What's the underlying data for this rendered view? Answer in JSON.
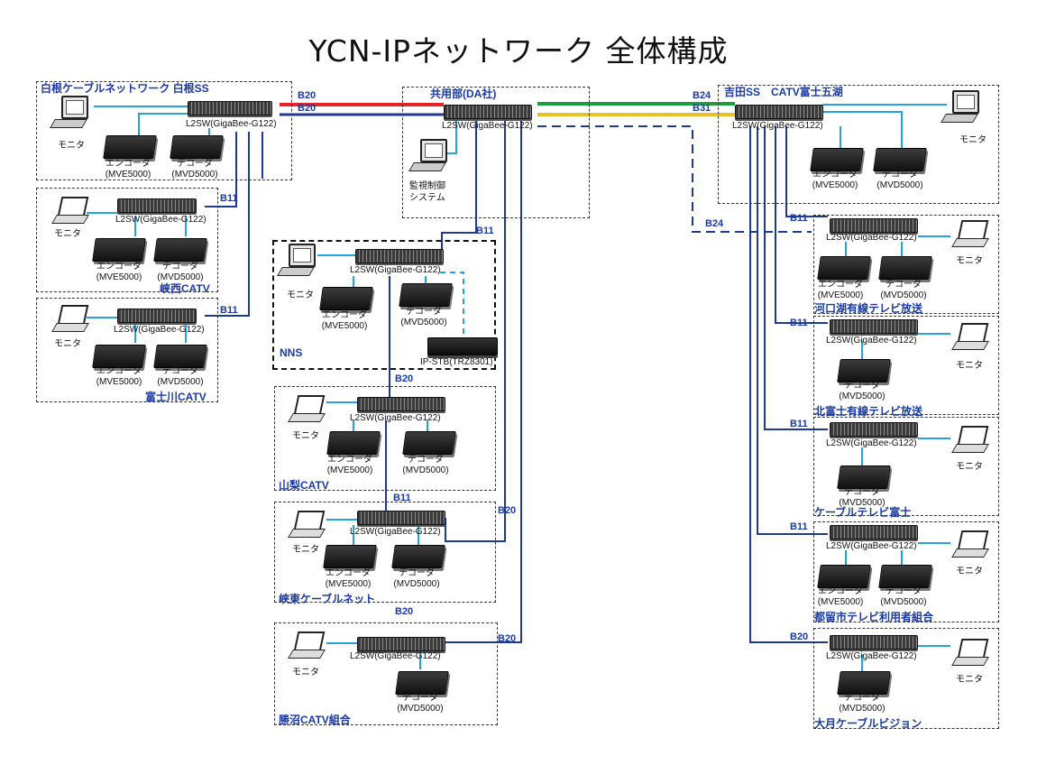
{
  "title": "YCN-IPネットワーク 全体構成",
  "colors": {
    "blue": "#1f3a93",
    "cyan": "#27a3d9",
    "red": "#e8232a",
    "green": "#1f9e3e",
    "yellow": "#e8c12a"
  },
  "common": {
    "switch": "L2SW(GigaBee-G122)",
    "encoder": "エンコーダ",
    "encoder_model": "(MVE5000)",
    "decoder": "デコーダ",
    "decoder_model": "(MVD5000)",
    "monitor": "モニタ",
    "monitor_system": "監視制御\nシステム",
    "stb": "IP-STB(TRZ8301)"
  },
  "sites": {
    "shirane": "白根ケーブルネットワーク 白根SS",
    "kyodo": "共用部(DA社)",
    "yoshida": "吉田SS　CATV富士五湖",
    "kyosai": "峡西CATV",
    "fujikawa": "富士川CATV",
    "nns": "NNS",
    "yamanashi": "山梨CATV",
    "kyoto": "峡東ケーブルネット",
    "katsunuma": "勝沼CATV組合",
    "kawaguchiko": "河口湖有線テレビ放送",
    "kitafuji": "北富士有線テレビ放送",
    "cablefuji": "ケーブルテレビ富士",
    "tsuru": "都留市テレビ利用者組合",
    "otsuki": "大月ケーブルビジョン"
  },
  "links": {
    "b20": "B20",
    "b24": "B24",
    "b31": "B31",
    "b11": "B11"
  }
}
